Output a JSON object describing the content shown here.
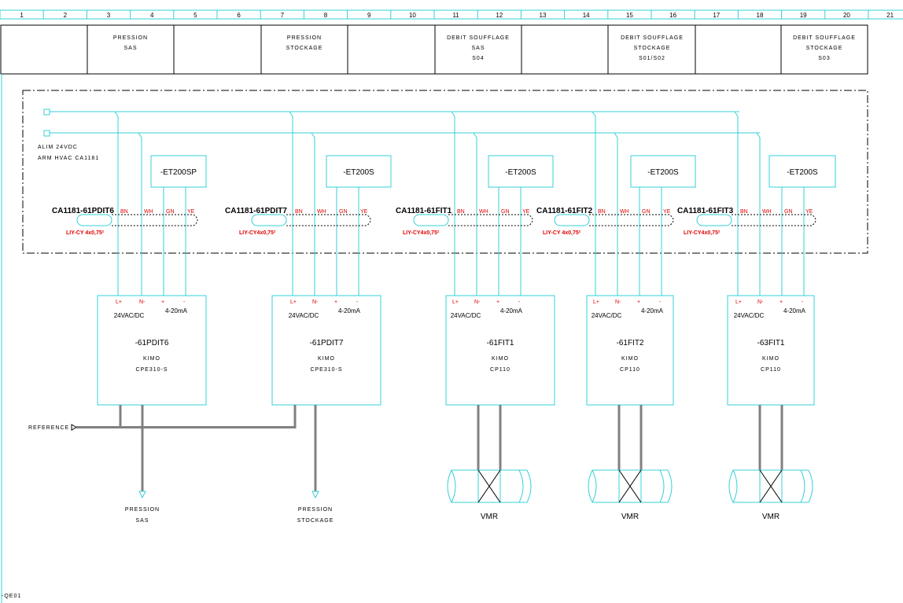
{
  "column_numbers": [
    "1",
    "2",
    "3",
    "4",
    "5",
    "6",
    "7",
    "8",
    "9",
    "10",
    "11",
    "12",
    "13",
    "14",
    "15",
    "16",
    "17",
    "18",
    "19",
    "20",
    "21"
  ],
  "header_cells": [
    {
      "lines": [
        "PRESSION",
        "SAS"
      ]
    },
    {
      "lines": [
        "PRESSION",
        "STOCKAGE"
      ]
    },
    {
      "lines": [
        "DEBIT SOUFFLAGE",
        "SAS",
        "S04"
      ]
    },
    {
      "lines": [
        "DEBIT SOUFFLAGE",
        "STOCKAGE",
        "S01/S02"
      ]
    },
    {
      "lines": [
        "DEBIT SOUFFLAGE",
        "STOCKAGE",
        "S03"
      ]
    }
  ],
  "power_supply": {
    "line1": "ALIM 24VDC",
    "line2": "ARM HVAC CA1181"
  },
  "et200_modules": [
    "-ET200SP",
    "-ET200S",
    "-ET200S",
    "-ET200S",
    "-ET200S"
  ],
  "cables": [
    {
      "name": "CA1181-61PDIT6",
      "type": "LIY-CY 4x0,75²"
    },
    {
      "name": "CA1181-61PDIT7",
      "type": "LIY-CY4x0,75²"
    },
    {
      "name": "CA1181-61FIT1",
      "type": "LIY-CY4x0,75²"
    },
    {
      "name": "CA1181-61FIT2",
      "type": "LIY-CY 4x0,75²"
    },
    {
      "name": "CA1181-61FIT3",
      "type": "LIY-CY4x0,75²"
    }
  ],
  "wire_colors": [
    "BN",
    "WH",
    "GN",
    "YE"
  ],
  "terminal_labels": [
    "L+",
    "N-",
    "+",
    "-"
  ],
  "supply_label": "24VAC/DC",
  "supply_labels": [
    "24VAC/DC",
    "24VAC/DC",
    "24VAC/DC",
    "24VAC/DC",
    "24VAC/DC"
  ],
  "signal_label": "4-20mA",
  "transmitters": [
    {
      "tag": "-61PDIT6",
      "brand": "KIMO",
      "model": "CPE310-S"
    },
    {
      "tag": "-61PDIT7",
      "brand": "KIMO",
      "model": "CPE310-S"
    },
    {
      "tag": "-61FIT1",
      "brand": "KIMO",
      "model": "CP110"
    },
    {
      "tag": "-61FIT2",
      "brand": "KIMO",
      "model": "CP110"
    },
    {
      "tag": "-63FIT1",
      "brand": "KIMO",
      "model": "CP110"
    }
  ],
  "reference_label": "REFERENCE",
  "pressure_outputs": [
    {
      "lines": [
        "PRESSION",
        "SAS"
      ]
    },
    {
      "lines": [
        "PRESSION",
        "STOCKAGE"
      ]
    }
  ],
  "vmr_label": "VMR",
  "footer_mark": "-QE01",
  "colors": {
    "wire": "#35d0d8",
    "pneumatic": "#808080",
    "wire_code": "#e00000",
    "text": "#000000"
  }
}
